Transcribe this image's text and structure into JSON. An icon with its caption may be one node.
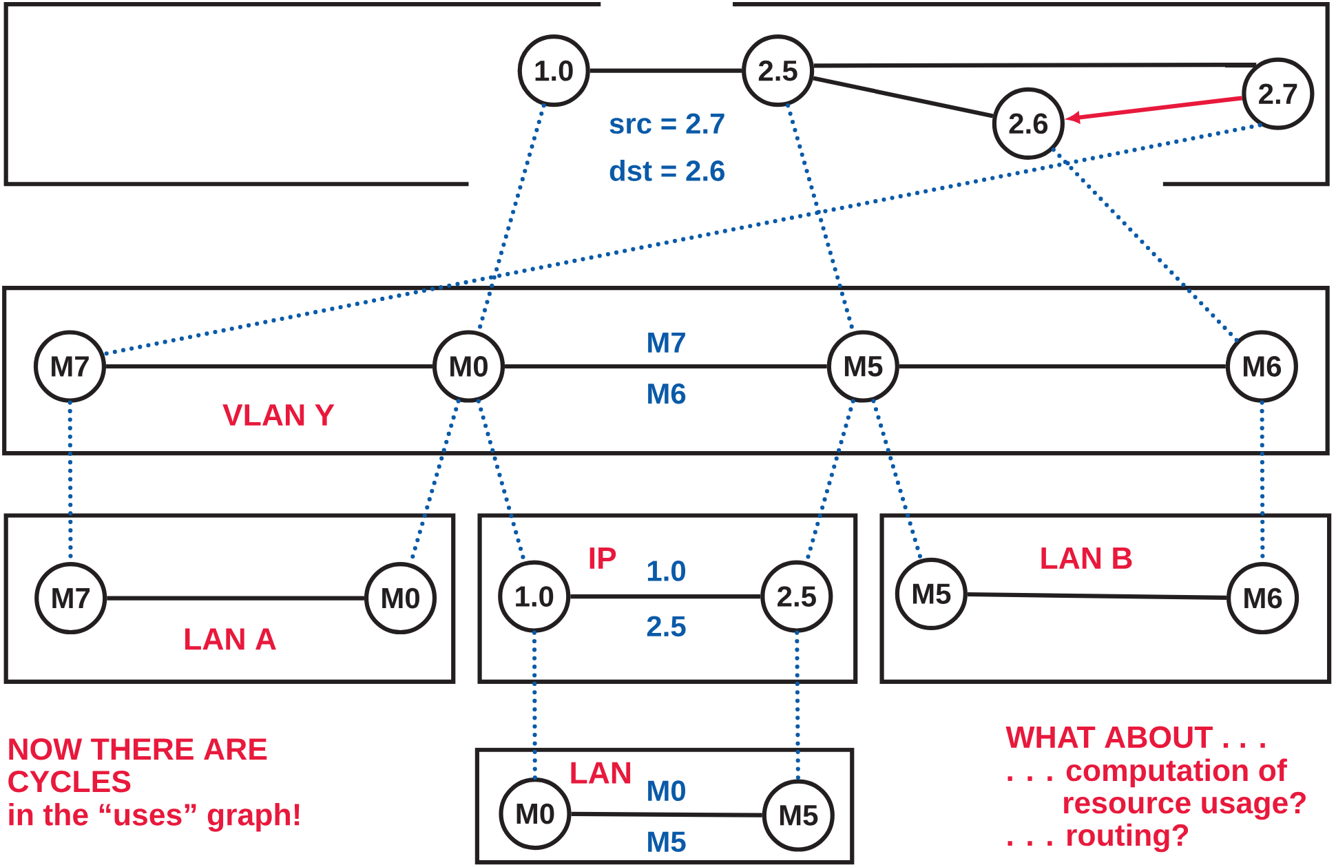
{
  "diagram": {
    "nodes": [
      {
        "text": [],
        "shape": "box"
      },
      {
        "text": [
          "1.0"
        ],
        "in": 0
      },
      {
        "text": [
          "2.5"
        ],
        "in": 0
      },
      {
        "text": [
          "2.6"
        ],
        "in": 0
      },
      {
        "text": [
          "2.7"
        ],
        "in": 0
      },
      {
        "text": [
          "VLAN Y"
        ]
      },
      {
        "text": [
          "M7"
        ],
        "in": 5
      },
      {
        "text": [
          "M0"
        ],
        "in": 5
      },
      {
        "text": [
          "M5"
        ],
        "in": 5
      },
      {
        "text": [
          "M6"
        ],
        "in": 5
      },
      {
        "text": [
          "LAN A"
        ]
      },
      {
        "text": [
          "M7"
        ],
        "in": 10
      },
      {
        "text": [
          "M0"
        ],
        "in": 10
      },
      {
        "text": [
          "IP"
        ]
      },
      {
        "text": [
          "1.0"
        ],
        "in": 13
      },
      {
        "text": [
          "2.5"
        ],
        "in": 13
      },
      {
        "text": [
          "LAN B"
        ]
      },
      {
        "text": [
          "M5"
        ],
        "in": 16
      },
      {
        "text": [
          "M6"
        ],
        "in": 16
      },
      {
        "text": [
          "LAN"
        ]
      },
      {
        "text": [
          "M0"
        ],
        "in": 19
      },
      {
        "text": [
          "M5"
        ],
        "in": 19
      }
    ],
    "edges": [
      {
        "from": 1,
        "to": 2,
        "arrow": "none",
        "color": "#231f20"
      },
      {
        "from": 2,
        "to": 4,
        "arrow": "none",
        "color": "#231f20"
      },
      {
        "from": 2,
        "to": 3,
        "arrow": "none",
        "color": "#231f20"
      },
      {
        "from": 4,
        "to": 3,
        "arrow": "to",
        "color": "#e8193c"
      },
      {
        "from": 6,
        "to": 7,
        "arrow": "none",
        "color": "#231f20"
      },
      {
        "from": 7,
        "to": 8,
        "arrow": "none",
        "color": "#231f20"
      },
      {
        "from": 8,
        "to": 9,
        "arrow": "none",
        "color": "#231f20"
      },
      {
        "from": 11,
        "to": 12,
        "arrow": "none",
        "color": "#231f20"
      },
      {
        "from": 14,
        "to": 15,
        "arrow": "none",
        "color": "#231f20"
      },
      {
        "from": 17,
        "to": 18,
        "arrow": "none",
        "color": "#231f20"
      },
      {
        "from": 20,
        "to": 21,
        "arrow": "none",
        "color": "#231f20"
      },
      {
        "from": 1,
        "to": 7,
        "arrow": "none",
        "style": "dashed",
        "color": "#0a5aa8"
      },
      {
        "from": 2,
        "to": 8,
        "arrow": "none",
        "style": "dashed",
        "color": "#0a5aa8"
      },
      {
        "from": 3,
        "to": 9,
        "arrow": "none",
        "style": "dashed",
        "color": "#0a5aa8"
      },
      {
        "from": 4,
        "to": 6,
        "arrow": "none",
        "style": "dashed",
        "color": "#0a5aa8"
      },
      {
        "from": 6,
        "to": 11,
        "arrow": "none",
        "style": "dashed",
        "color": "#0a5aa8"
      },
      {
        "from": 7,
        "to": 12,
        "arrow": "none",
        "style": "dashed",
        "color": "#0a5aa8"
      },
      {
        "from": 7,
        "to": 14,
        "arrow": "none",
        "style": "dashed",
        "color": "#0a5aa8"
      },
      {
        "from": 8,
        "to": 15,
        "arrow": "none",
        "style": "dashed",
        "color": "#0a5aa8"
      },
      {
        "from": 8,
        "to": 17,
        "arrow": "none",
        "style": "dashed",
        "color": "#0a5aa8"
      },
      {
        "from": 9,
        "to": 18,
        "arrow": "none",
        "style": "dashed",
        "color": "#0a5aa8"
      },
      {
        "from": 14,
        "to": 20,
        "arrow": "none",
        "style": "dashed",
        "color": "#0a5aa8"
      },
      {
        "from": 15,
        "to": 21,
        "arrow": "none",
        "style": "dashed",
        "color": "#0a5aa8"
      }
    ],
    "labels": [
      "src = 2.7",
      "dst = 2.6",
      "M7",
      "M6",
      "1.0",
      "2.5",
      "M0",
      "M5",
      "NOW THERE ARE CYCLES",
      "in the “uses” graph!",
      "WHAT ABOUT . . .",
      ". . . computation of resource usage?",
      ". . . routing?"
    ]
  }
}
